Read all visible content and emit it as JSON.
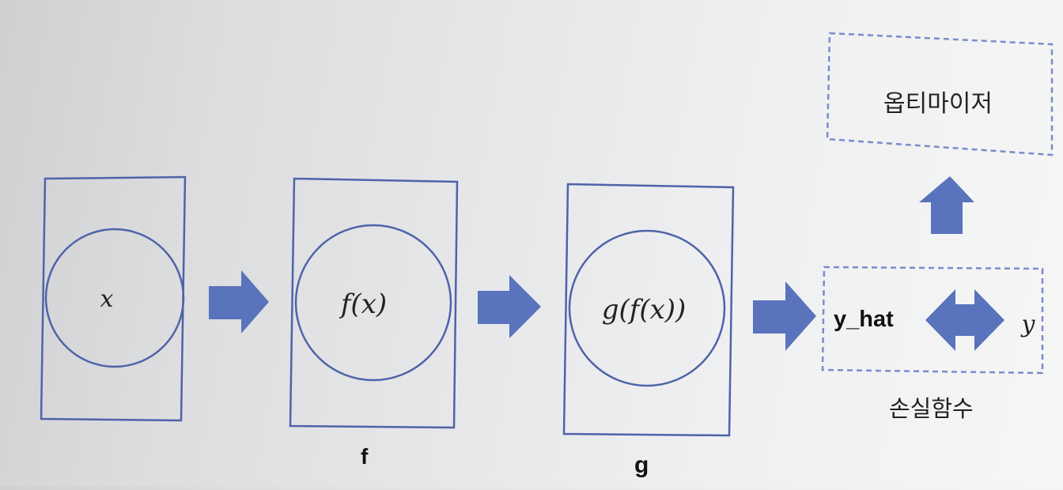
{
  "nodes": {
    "x": "x",
    "fx": "f(x)",
    "gfx": "g(f(x))"
  },
  "captions": {
    "f": "f",
    "g": "g"
  },
  "loss": {
    "y_hat": "y_hat",
    "y": "y",
    "caption": "손실함수"
  },
  "optimizer": {
    "label": "옵티마이저"
  },
  "colors": {
    "accent": "#5a73bd",
    "box_stroke": "#4f63a8",
    "dashed_stroke": "#7b8ccc"
  }
}
